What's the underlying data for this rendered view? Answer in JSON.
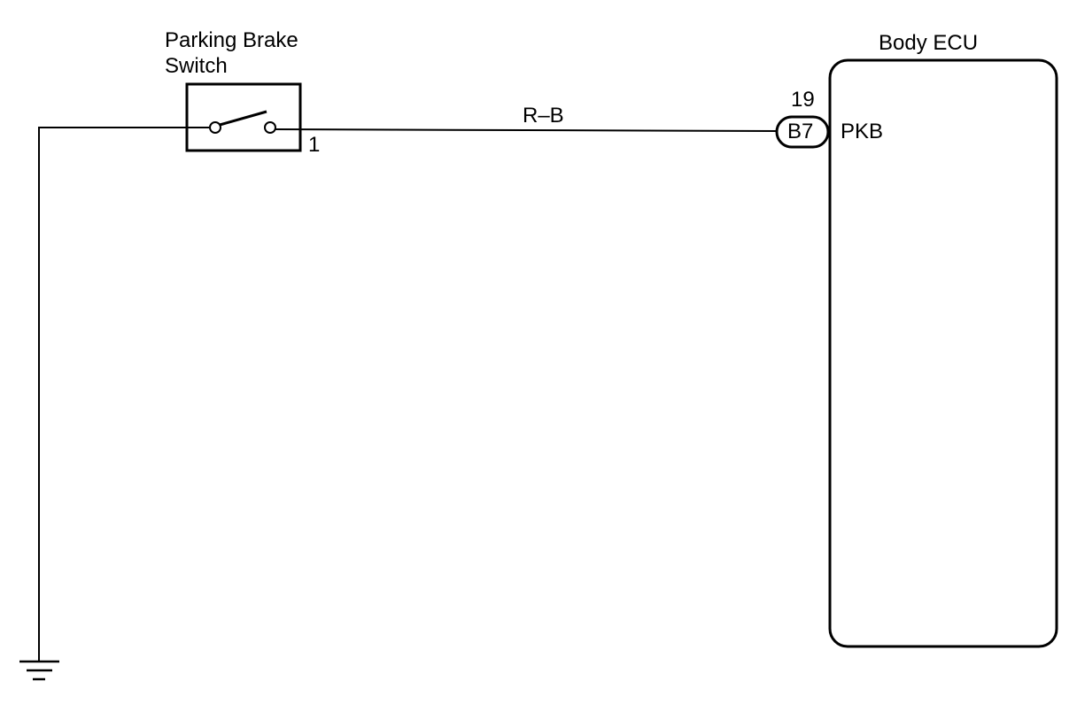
{
  "switch": {
    "name_line1": "Parking Brake",
    "name_line2": "Switch",
    "terminal": "1"
  },
  "wire": {
    "color_code": "R–B"
  },
  "connector": {
    "pin": "19",
    "id": "B7"
  },
  "ecu": {
    "name": "Body ECU",
    "terminal": "PKB"
  },
  "colors": {
    "line": "#000000",
    "background": "#ffffff"
  }
}
